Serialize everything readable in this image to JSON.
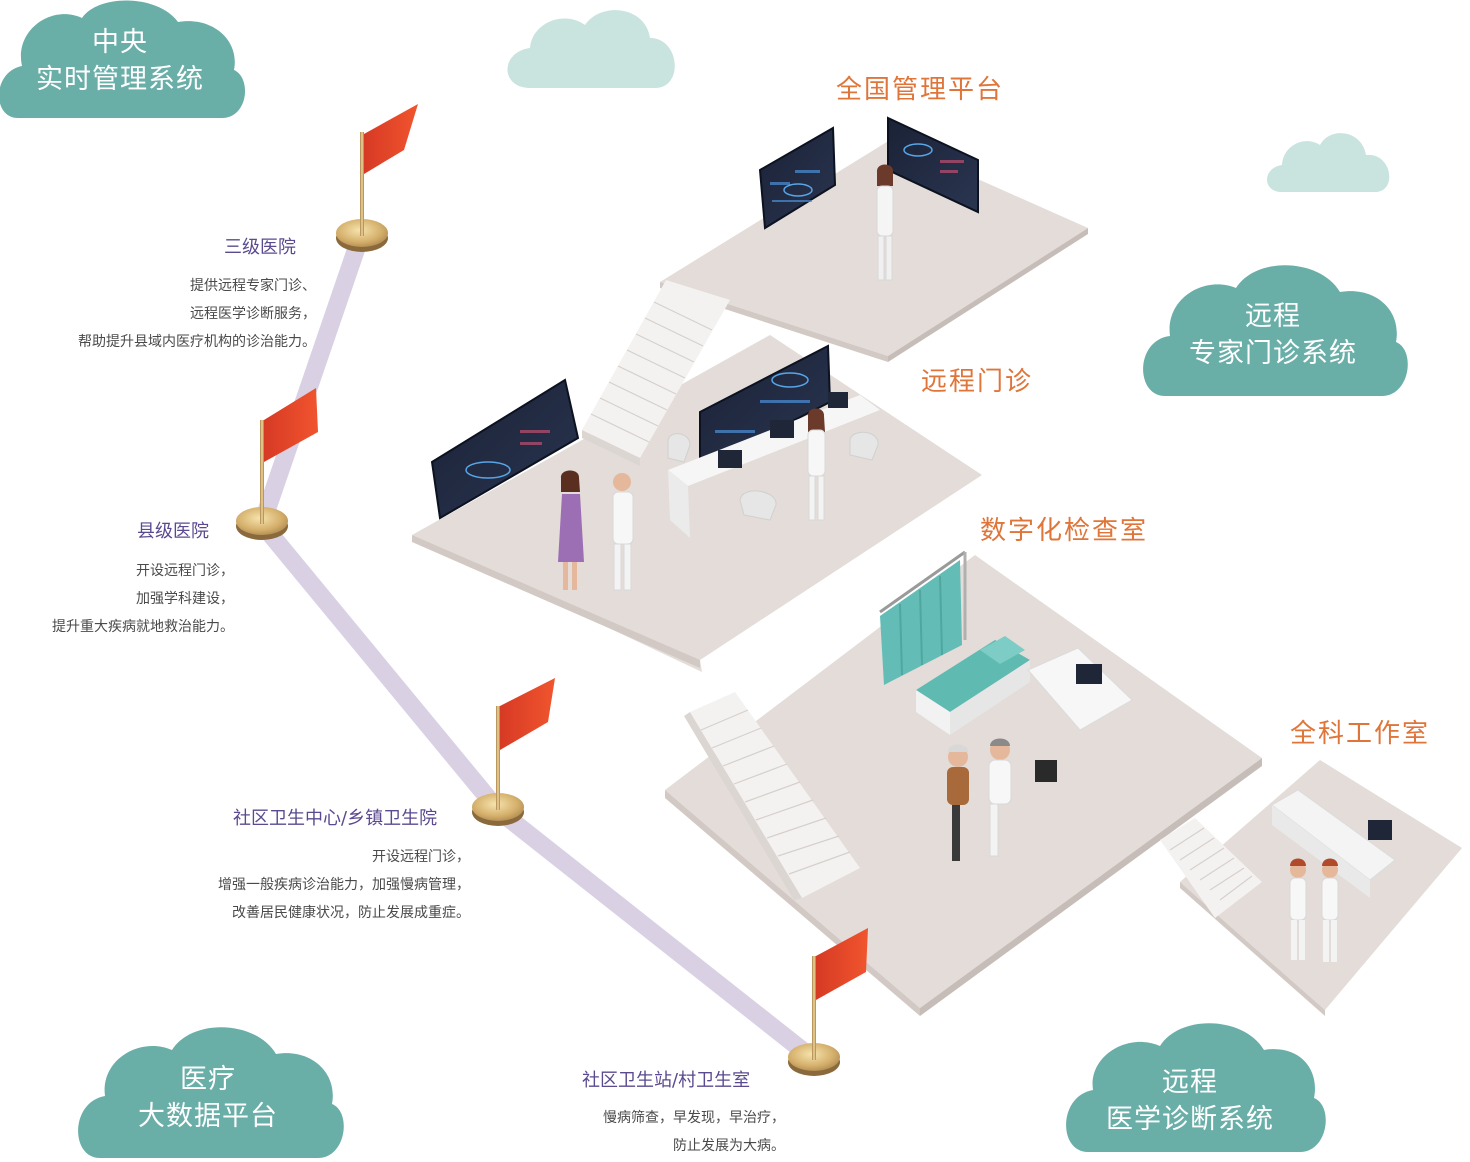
{
  "colors": {
    "cloud_dark": "#6aaea8",
    "cloud_light": "#c9e3de",
    "room_label": "#e0753a",
    "level_title": "#5b4a8f",
    "path": "#d9d0e4",
    "flag": "#e4432a",
    "floor": "#e3dcd8"
  },
  "clouds": {
    "central": [
      "中央",
      "实时管理系统"
    ],
    "expert": [
      "远程",
      "专家门诊系统"
    ],
    "bigdata": [
      "医疗",
      "大数据平台"
    ],
    "diagnosis": [
      "远程",
      "医学诊断系统"
    ]
  },
  "rooms": {
    "national": "全国管理平台",
    "remote_clinic": "远程门诊",
    "digital_exam": "数字化检查室",
    "gp_office": "全科工作室"
  },
  "levels": [
    {
      "title": "三级医院",
      "desc": [
        "提供远程专家门诊、",
        "远程医学诊断服务，",
        "帮助提升县域内医疗机构的诊治能力。"
      ]
    },
    {
      "title": "县级医院",
      "desc": [
        "开设远程门诊，",
        "加强学科建设，",
        "提升重大疾病就地救治能力。"
      ]
    },
    {
      "title": "社区卫生中心/乡镇卫生院",
      "desc": [
        "开设远程门诊，",
        "增强一般疾病诊治能力，加强慢病管理，",
        "改善居民健康状况，防止发展成重症。"
      ]
    },
    {
      "title": "社区卫生站/村卫生室",
      "desc": [
        "慢病筛查，早发现，早治疗，",
        "防止发展为大病。"
      ]
    }
  ],
  "icons": [
    "flag-icon",
    "cloud-icon",
    "monitor-icon",
    "doctor-figure-icon",
    "patient-figure-icon",
    "chair-icon",
    "bed-icon",
    "stairs-icon"
  ]
}
